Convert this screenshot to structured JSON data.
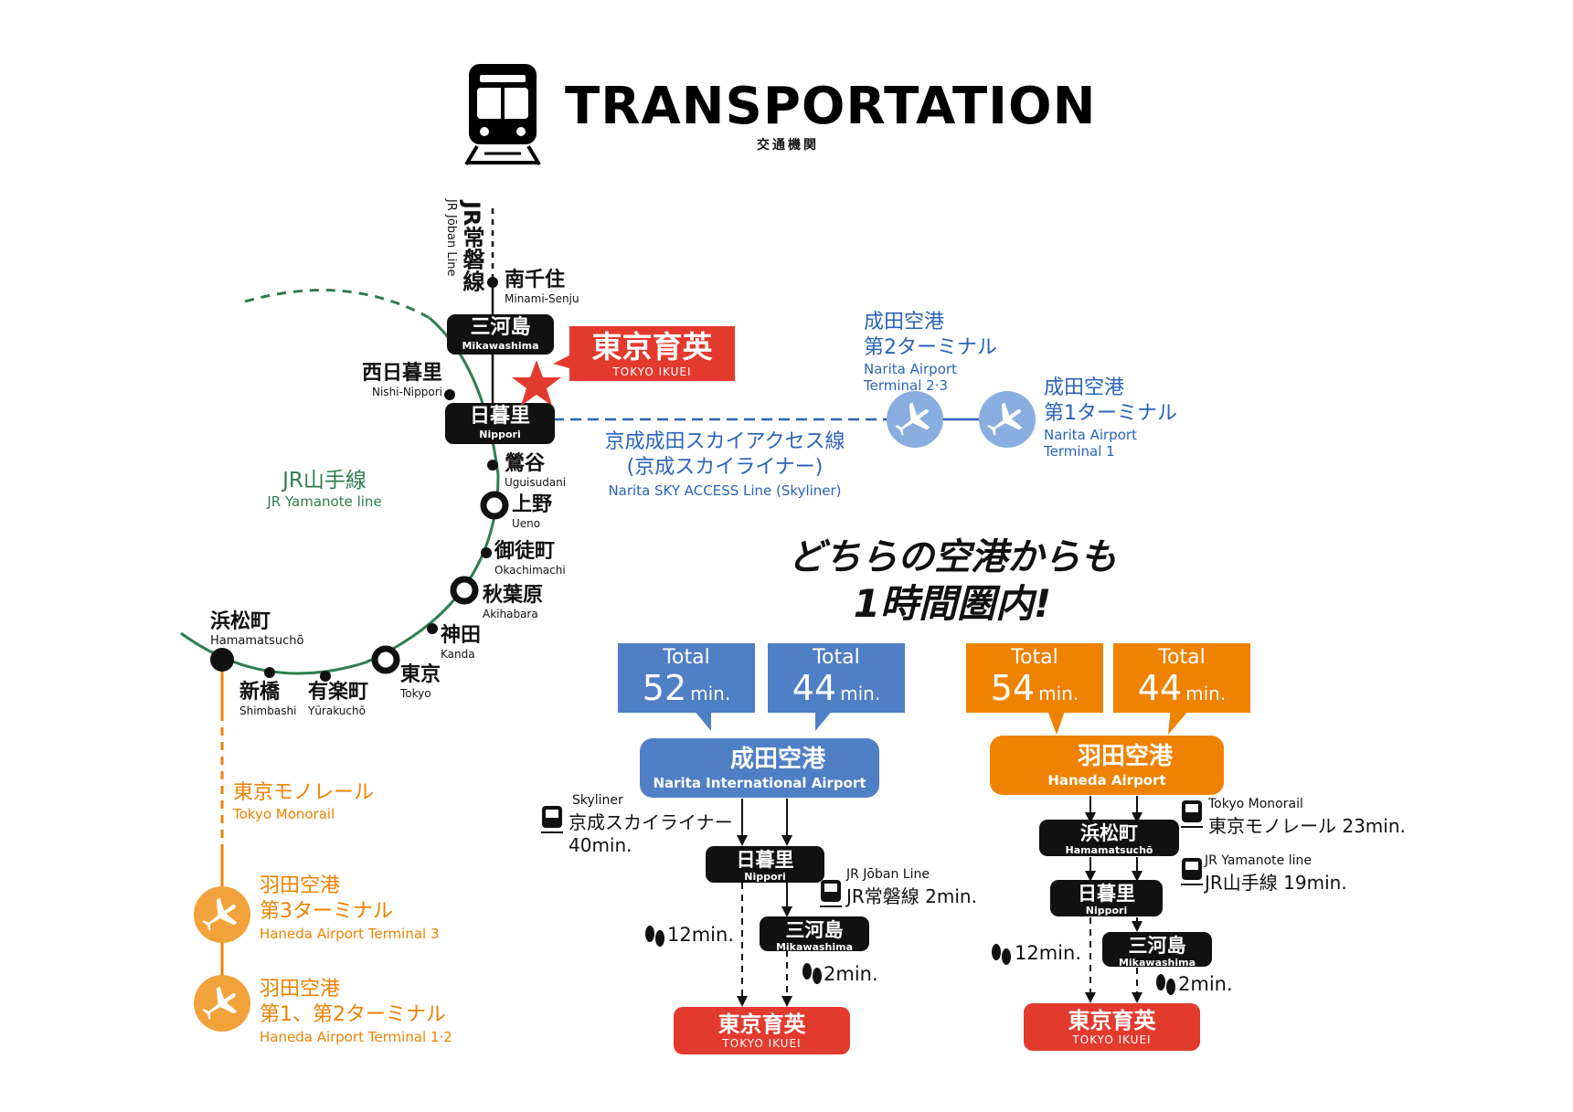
{
  "header": {
    "title": "TRANSPORTATION",
    "subtitle": "交通機関"
  },
  "map": {
    "joban_line_ja": "JR常磐線",
    "joban_line_en": "JR Jōban Line",
    "yamanote_line_ja": "JR山手線",
    "yamanote_line_en": "JR Yamanote line",
    "skyaccess_ja_1": "京成成田スカイアクセス線",
    "skyaccess_ja_2": "(京成スカイライナー)",
    "skyaccess_en": "Narita SKY ACCESS Line (Skyliner)",
    "monorail_ja": "東京モノレール",
    "monorail_en": "Tokyo Monorail",
    "school_ja": "東京育英",
    "school_en": "TOKYO IKUEI",
    "stations": {
      "minami_senju": {
        "ja": "南千住",
        "en": "Minami-Senju"
      },
      "mikawashima": {
        "ja": "三河島",
        "en": "Mikawashima"
      },
      "nishi_nippori": {
        "ja": "西日暮里",
        "en": "Nishi-Nippori"
      },
      "nippori": {
        "ja": "日暮里",
        "en": "Nippori"
      },
      "uguisudani": {
        "ja": "鶯谷",
        "en": "Uguisudani"
      },
      "ueno": {
        "ja": "上野",
        "en": "Ueno"
      },
      "okachimachi": {
        "ja": "御徒町",
        "en": "Okachimachi"
      },
      "akihabara": {
        "ja": "秋葉原",
        "en": "Akihabara"
      },
      "kanda": {
        "ja": "神田",
        "en": "Kanda"
      },
      "tokyo": {
        "ja": "東京",
        "en": "Tokyo"
      },
      "yurakucho": {
        "ja": "有楽町",
        "en": "Yūrakuchō"
      },
      "shimbashi": {
        "ja": "新橋",
        "en": "Shimbashi"
      },
      "hamamatsucho": {
        "ja": "浜松町",
        "en": "Hamamatsuchō"
      }
    },
    "narita_t23": {
      "ja_1": "成田空港",
      "ja_2": "第2ターミナル",
      "en_1": "Narita Airport",
      "en_2": "Terminal 2·3"
    },
    "narita_t1": {
      "ja_1": "成田空港",
      "ja_2": "第1ターミナル",
      "en_1": "Narita Airport",
      "en_2": "Terminal 1"
    },
    "haneda_t3": {
      "ja_1": "羽田空港",
      "ja_2": "第3ターミナル",
      "en": "Haneda Airport Terminal 3"
    },
    "haneda_t12": {
      "ja_1": "羽田空港",
      "ja_2": "第1、第2ターミナル",
      "en": "Haneda Airport Terminal 1·2"
    }
  },
  "headline": {
    "line1": "どちらの空港からも",
    "line2": "1時間圏内!"
  },
  "narita_route": {
    "totals": [
      {
        "label": "Total",
        "value": "52",
        "unit": "min."
      },
      {
        "label": "Total",
        "value": "44",
        "unit": "min."
      }
    ],
    "airport_ja": "成田空港",
    "airport_en": "Narita International Airport",
    "train1_label_en": "Skyliner",
    "train1_label_ja": "京成スカイライナー",
    "train1_time": "40min.",
    "transfer_ja": "日暮里",
    "transfer_en": "Nippori",
    "train2_label_en": "JR Jōban  Line",
    "train2_label_ja": "JR常磐線 2min.",
    "station2_ja": "三河島",
    "station2_en": "Mikawashima",
    "walk_long": "12min.",
    "walk_short": "2min.",
    "dest_ja": "東京育英",
    "dest_en": "TOKYO IKUEI"
  },
  "haneda_route": {
    "totals": [
      {
        "label": "Total",
        "value": "54",
        "unit": "min."
      },
      {
        "label": "Total",
        "value": "44",
        "unit": "min."
      }
    ],
    "airport_ja": "羽田空港",
    "airport_en": "Haneda Airport",
    "train1_label_en": "Tokyo Monorail",
    "train1_label_ja": "東京モノレール 23min.",
    "station1_ja": "浜松町",
    "station1_en": "Hamamatsuchō",
    "train2_label_en": "JR Yamanote line",
    "train2_label_ja": "JR山手線 19min.",
    "transfer_ja": "日暮里",
    "transfer_en": "Nippori",
    "station2_ja": "三河島",
    "station2_en": "Mikawashima",
    "walk_long": "12min.",
    "walk_short": "2min.",
    "dest_ja": "東京育英",
    "dest_en": "TOKYO IKUEI"
  },
  "colors": {
    "yamanote_green": "#2e7d4f",
    "keisei_blue": "#2a64b8",
    "narita_box_blue": "#4f7fc4",
    "airport_icon_blue": "#8aaee0",
    "haneda_orange": "#ef8200",
    "haneda_icon_orange": "#f2a23a",
    "school_red": "#e33a2e",
    "station_black": "#111111"
  }
}
